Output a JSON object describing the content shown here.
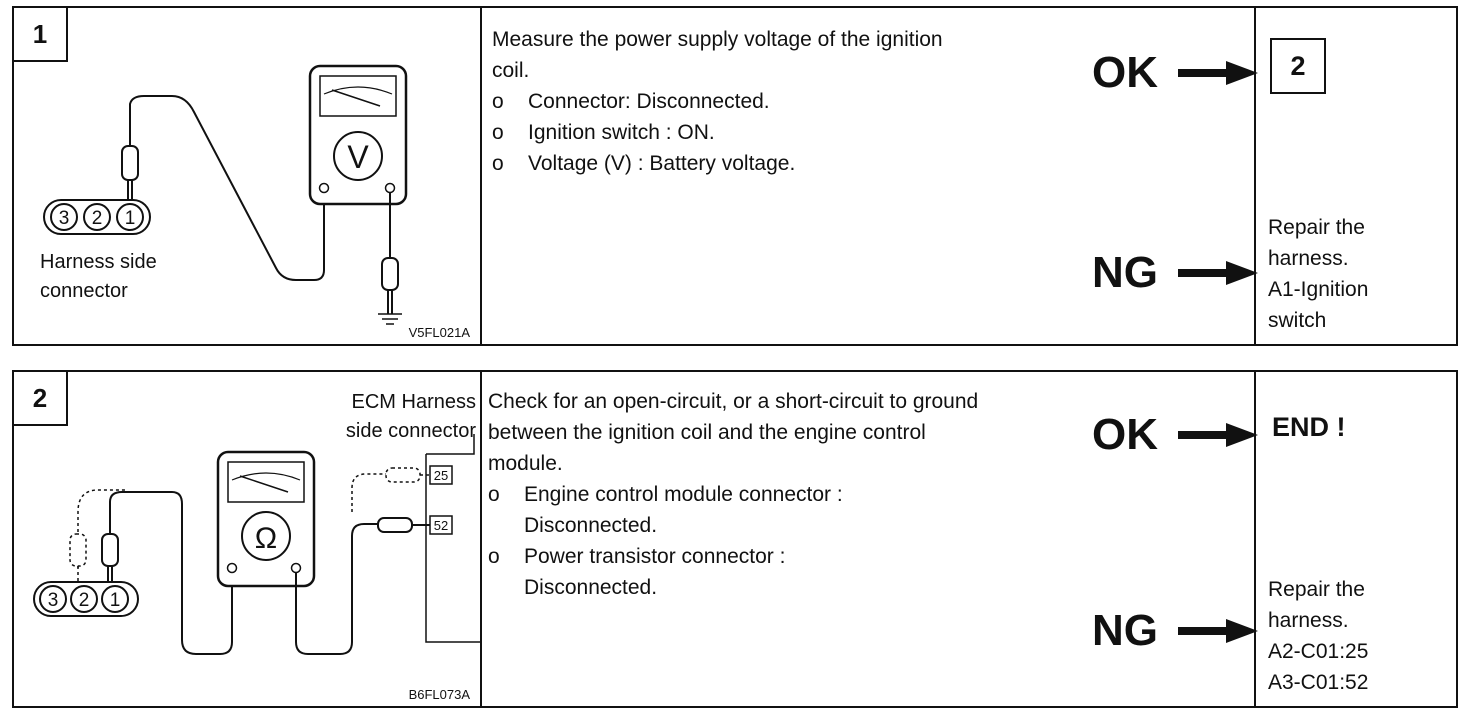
{
  "steps": [
    {
      "number": "1",
      "figure_id": "V5FL021A",
      "figure_labels": [
        "Harness side",
        "connector"
      ],
      "connector_pins": [
        "3",
        "2",
        "1"
      ],
      "meter_symbol": "V",
      "instruction": "Measure the power supply voltage of the ignition coil.",
      "bullets": [
        "Connector: Disconnected.",
        "Ignition switch : ON.",
        "Voltage (V) : Battery voltage."
      ],
      "ok_label": "OK",
      "ng_label": "NG",
      "ok_result": "2",
      "ng_result": [
        "Repair the",
        "harness.",
        "A1-Ignition",
        "switch"
      ]
    },
    {
      "number": "2",
      "figure_id": "B6FL073A",
      "figure_labels": [
        "ECM Harness",
        "side connector"
      ],
      "connector_pins": [
        "3",
        "2",
        "1"
      ],
      "ecm_pins": [
        "25",
        "52"
      ],
      "meter_symbol": "Ω",
      "instruction": "Check for an open-circuit, or a short-circuit to ground between the ignition coil and the engine control module.",
      "bullets": [
        "Engine control module connector : Disconnected.",
        "Power transistor connector : Disconnected."
      ],
      "ok_label": "OK",
      "ng_label": "NG",
      "ok_result": "END !",
      "ng_result": [
        "Repair the",
        "harness.",
        "A2-C01:25",
        "A3-C01:52"
      ]
    }
  ],
  "bullet_marker": "o"
}
